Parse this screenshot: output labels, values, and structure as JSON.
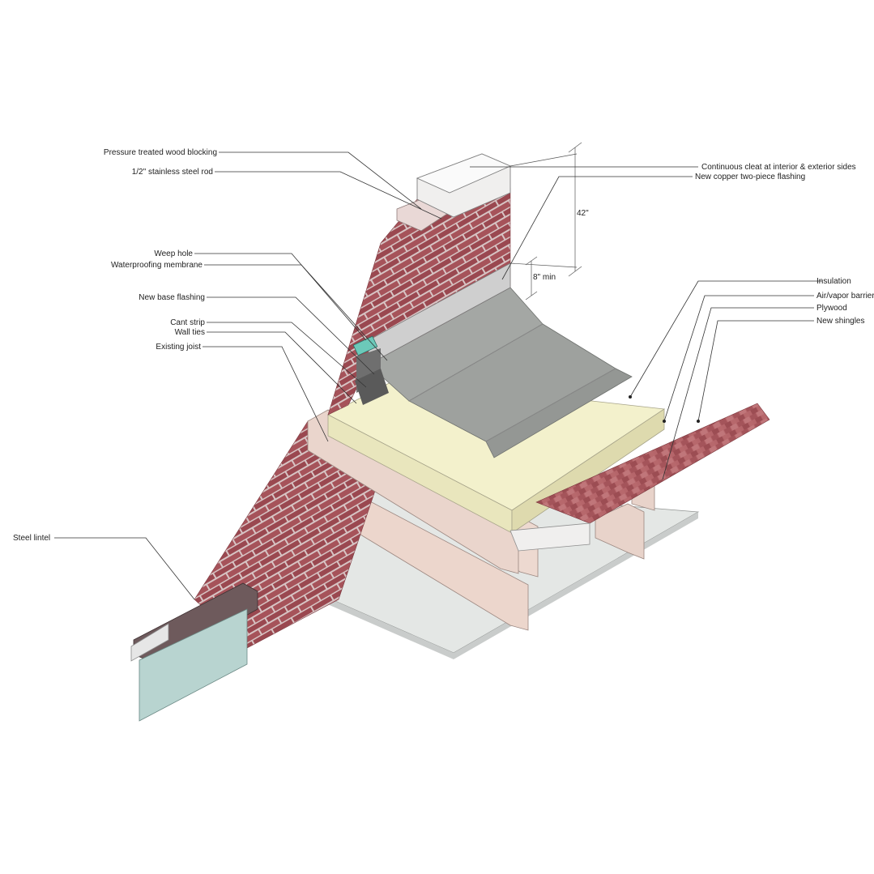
{
  "labels": {
    "pressure_treated_wood_blocking": "Pressure treated wood blocking",
    "stainless_steel_rod": "1/2\" stainless steel rod",
    "weep_hole": "Weep hole",
    "waterproofing_membrane": "Waterproofing membrane",
    "new_base_flashing": "New base flashing",
    "cant_strip": "Cant strip",
    "wall_ties": "Wall ties",
    "existing_joist": "Existing joist",
    "steel_lintel": "Steel lintel",
    "continuous_cleat": "Continuous cleat at interior & exterior sides",
    "copper_flashing": "New copper two-piece flashing",
    "insulation": "Insulation",
    "air_vapor_barrier": "Air/vapor barrier",
    "plywood": "Plywood",
    "new_shingles": "New shingles"
  },
  "dimensions": {
    "parapet_height": "42\"",
    "flashing_min": "8\" min"
  },
  "colors": {
    "brick": "#a6535a",
    "brick_dark": "#7c3a40",
    "mortar": "#d9c6c6",
    "membrane": "#9ea19e",
    "insulation": "#f3f1cc",
    "joist": "#ecd6cc",
    "ceiling": "#e4e7e5",
    "lintel": "#6e5a5c",
    "glass": "#b8d4d0",
    "coping": "#f0efee",
    "blocking": "#e9d8d6",
    "weep_hole": "#6cc9b9"
  }
}
